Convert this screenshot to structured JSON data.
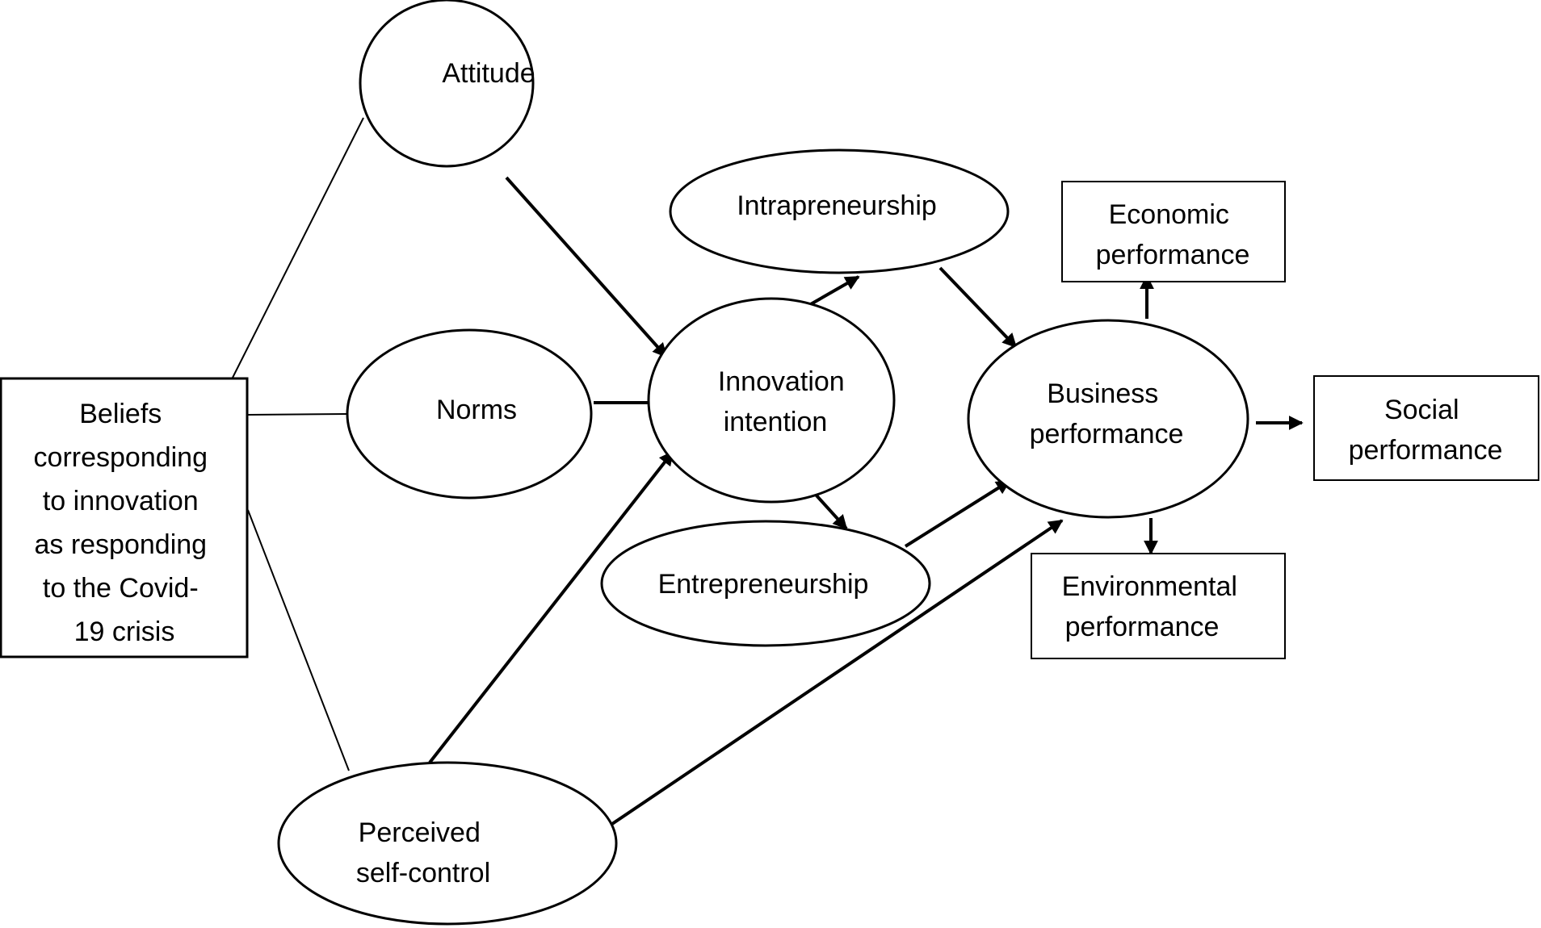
{
  "nodes": {
    "beliefs": {
      "lines": [
        "Beliefs",
        "corresponding",
        "to innovation",
        "as responding",
        "to the Covid-",
        "19 crisis"
      ]
    },
    "attitude": {
      "lines": [
        "Attitude"
      ]
    },
    "norms": {
      "lines": [
        "Norms"
      ]
    },
    "perceived_self_control": {
      "lines": [
        "Perceived",
        "self-control"
      ]
    },
    "innovation_intention": {
      "lines": [
        "Innovation",
        "intention"
      ]
    },
    "intrapreneurship": {
      "lines": [
        "Intrapreneurship"
      ]
    },
    "entrepreneurship": {
      "lines": [
        "Entrepreneurship"
      ]
    },
    "business_performance": {
      "lines": [
        "Business",
        "performance"
      ]
    },
    "economic_performance": {
      "lines": [
        "Economic",
        "performance"
      ]
    },
    "social_performance": {
      "lines": [
        "Social",
        "performance"
      ]
    },
    "environmental_performance": {
      "lines": [
        "Environmental",
        "performance"
      ]
    }
  },
  "links": [
    {
      "from": "beliefs",
      "to": "attitude",
      "directed": false
    },
    {
      "from": "beliefs",
      "to": "norms",
      "directed": false
    },
    {
      "from": "beliefs",
      "to": "perceived_self_control",
      "directed": false
    },
    {
      "from": "attitude",
      "to": "innovation_intention",
      "directed": true
    },
    {
      "from": "norms",
      "to": "innovation_intention",
      "directed": true
    },
    {
      "from": "perceived_self_control",
      "to": "innovation_intention",
      "directed": true
    },
    {
      "from": "perceived_self_control",
      "to": "business_performance",
      "directed": true
    },
    {
      "from": "innovation_intention",
      "to": "intrapreneurship",
      "directed": true
    },
    {
      "from": "innovation_intention",
      "to": "entrepreneurship",
      "directed": true
    },
    {
      "from": "intrapreneurship",
      "to": "business_performance",
      "directed": true
    },
    {
      "from": "entrepreneurship",
      "to": "business_performance",
      "directed": true
    },
    {
      "from": "business_performance",
      "to": "economic_performance",
      "directed": true
    },
    {
      "from": "business_performance",
      "to": "social_performance",
      "directed": true
    },
    {
      "from": "business_performance",
      "to": "environmental_performance",
      "directed": true
    }
  ]
}
